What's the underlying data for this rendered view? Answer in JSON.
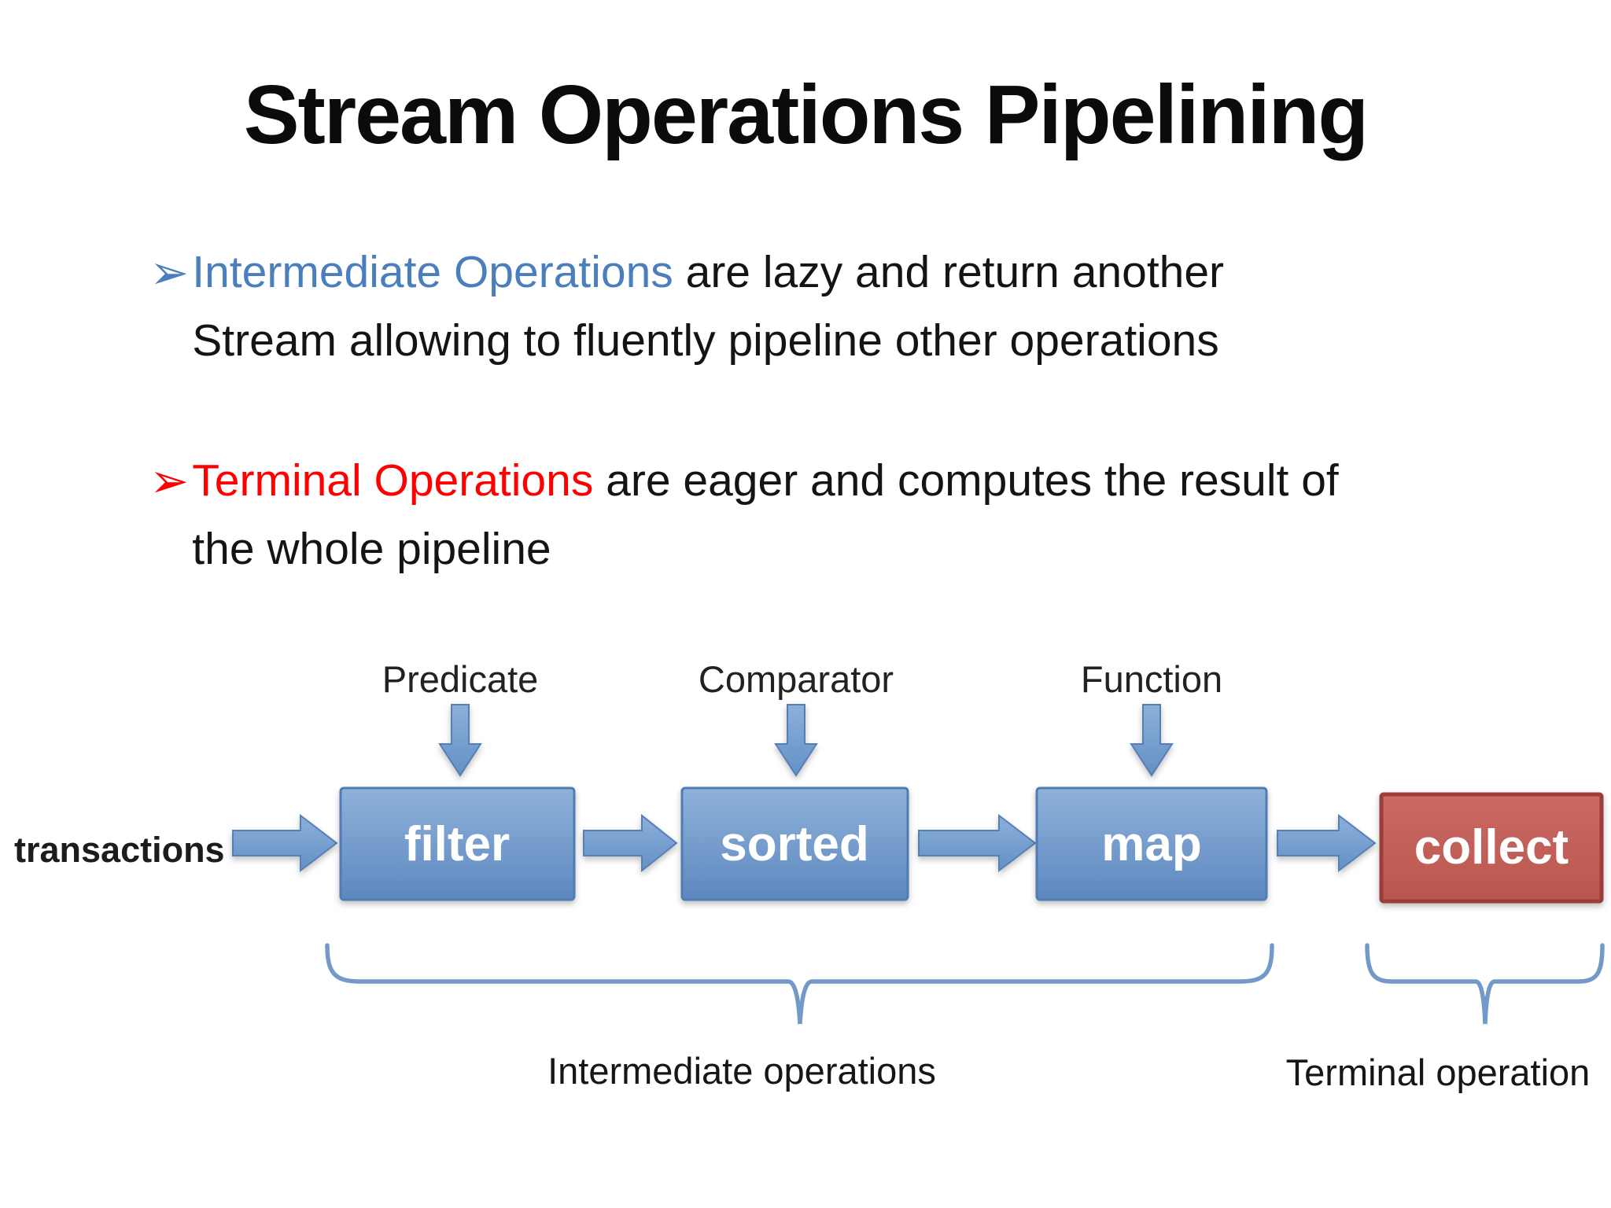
{
  "slide": {
    "title": "Stream Operations Pipelining"
  },
  "bullets": [
    {
      "marker": "➢",
      "lead": "Intermediate Operations",
      "tail": " are lazy and return another",
      "line2": "Stream allowing to fluently pipeline other operations",
      "lead_color": "#4a7ebc"
    },
    {
      "marker": "➢",
      "lead": "Terminal Operations",
      "tail": " are eager and computes the result of",
      "line2": "the whole pipeline",
      "lead_color": "#fe0000"
    }
  ],
  "diagram": {
    "input_label": "transactions",
    "params": [
      "Predicate",
      "Comparator",
      "Function"
    ],
    "stages": [
      "filter",
      "sorted",
      "map",
      "collect"
    ],
    "group_labels": {
      "intermediate": "Intermediate operations",
      "terminal": "Terminal operation"
    },
    "colors": {
      "stage_blue_top": "#8fb2da",
      "stage_blue_bottom": "#5d88bf",
      "stage_blue_border": "#4f7cb4",
      "stage_red_top": "#ca6a62",
      "stage_red_bottom": "#b95650",
      "stage_red_border": "#9c3d38",
      "arrow_fill_top": "#8cb0d9",
      "arrow_fill_bottom": "#6390c5",
      "arrow_border": "#567fb5",
      "brace": "#7299c7",
      "lead_blue": "#4a7ebc",
      "lead_red": "#fe0000"
    }
  }
}
